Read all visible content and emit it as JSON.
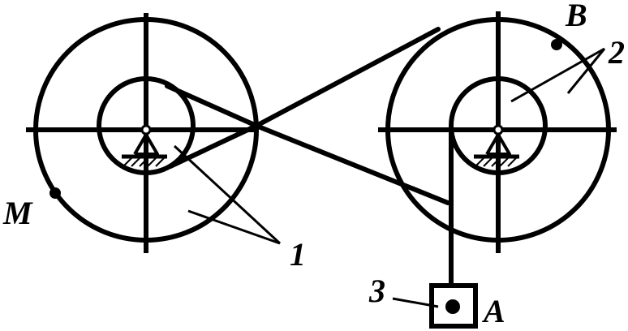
{
  "labels": {
    "point_b": "B",
    "pulley_2": "2",
    "point_m": "M",
    "pulley_1": "1",
    "load_3": "3",
    "point_a": "A"
  },
  "colors": {
    "ink": "#000000",
    "background": "#ffffff"
  },
  "icons": {
    "bearing": "fixed-hinge-support-icon"
  }
}
